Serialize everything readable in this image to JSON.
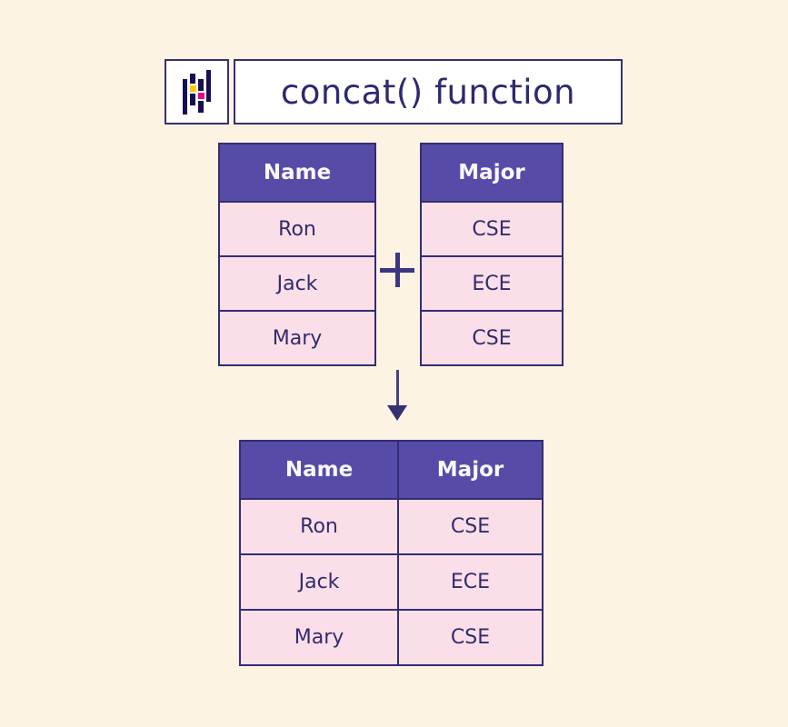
{
  "header": {
    "title": "concat() function",
    "logo_icon": "pandas-logo"
  },
  "tables": {
    "left": {
      "header": "Name",
      "rows": [
        "Ron",
        "Jack",
        "Mary"
      ]
    },
    "right": {
      "header": "Major",
      "rows": [
        "CSE",
        "ECE",
        "CSE"
      ]
    },
    "result": {
      "headers": [
        "Name",
        "Major"
      ],
      "rows": [
        [
          "Ron",
          "CSE"
        ],
        [
          "Jack",
          "ECE"
        ],
        [
          "Mary",
          "CSE"
        ]
      ]
    }
  },
  "operators": {
    "plus": "+",
    "arrow": "down-arrow"
  },
  "colors": {
    "background": "#FCF3E3",
    "header_purple": "#564CA7",
    "cell_pink": "#FBDFE8",
    "border_indigo": "#332D72",
    "text_indigo": "#322B6E",
    "title_text": "#2D2A6E",
    "pandas_navy": "#151052",
    "pandas_yellow": "#FFCA00",
    "pandas_magenta": "#E70488"
  }
}
